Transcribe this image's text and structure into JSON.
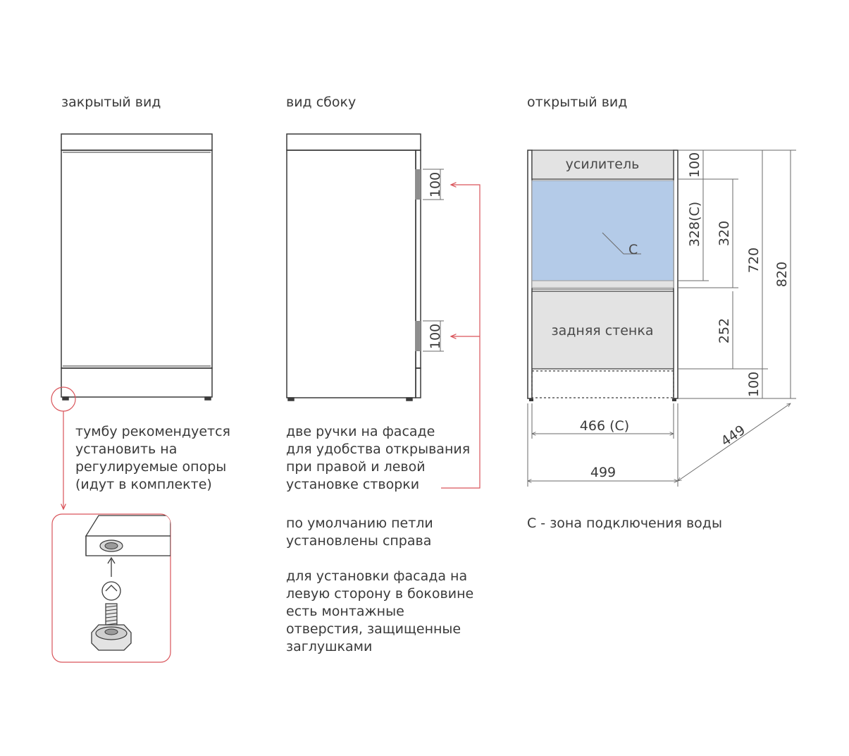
{
  "views": {
    "closed": "закрытый вид",
    "side": "вид сбоку",
    "open": "открытый вид"
  },
  "notes": {
    "supports": [
      "тумбу рекомендуется",
      "установить на",
      "регулируемые опоры",
      "(идут в комплекте)"
    ],
    "handles": [
      "две ручки на фасаде",
      "для удобства открывания",
      "при правой и левой",
      "установке створки"
    ],
    "hinges": [
      "по умолчанию петли",
      "установлены справа"
    ],
    "mounting": [
      "для установки фасада на",
      "левую сторону в боковине",
      "есть монтажные",
      "отверстия, защищенные",
      "заглушками"
    ],
    "legend": "С - зона подключения воды"
  },
  "labels": {
    "reinforcement": "усилитель",
    "back_wall": "задняя стенка",
    "zone": "С"
  },
  "dimensions": {
    "handle_top": "100",
    "handle_bottom": "100",
    "top_band": "100",
    "zone_height_c": "328(С)",
    "zone_height": "320",
    "back_wall": "252",
    "plinth": "100",
    "body_height": "720",
    "total_height": "820",
    "inner_width": "466 (С)",
    "outer_width": "499",
    "depth": "449"
  },
  "colors": {
    "outline": "#3a3a3a",
    "accent": "#d9545a",
    "zone_fill": "#b4cbe8",
    "panel_fill": "#e3e3e3",
    "handle_fill": "#8e8e8e"
  }
}
